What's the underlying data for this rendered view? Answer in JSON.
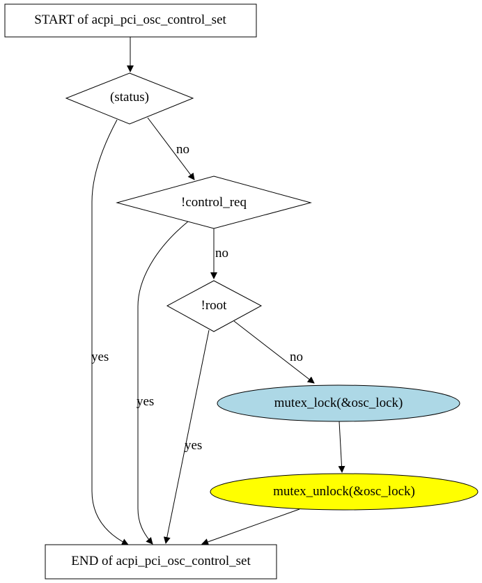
{
  "nodes": {
    "start": {
      "label": "START of acpi_pci_osc_control_set",
      "shape": "box"
    },
    "status": {
      "label": "(status)",
      "shape": "diamond"
    },
    "control_req": {
      "label": "!control_req",
      "shape": "diamond"
    },
    "root": {
      "label": "!root",
      "shape": "diamond"
    },
    "mutex_lock": {
      "label": "mutex_lock(&osc_lock)",
      "shape": "ellipse",
      "fill": "#add8e6"
    },
    "mutex_unlock": {
      "label": "mutex_unlock(&osc_lock)",
      "shape": "ellipse",
      "fill": "#ffff00"
    },
    "end": {
      "label": "END of acpi_pci_osc_control_set",
      "shape": "box"
    }
  },
  "edges": {
    "status_no": {
      "from": "status",
      "to": "control_req",
      "label": "no"
    },
    "status_yes": {
      "from": "status",
      "to": "end",
      "label": "yes"
    },
    "control_req_no": {
      "from": "control_req",
      "to": "root",
      "label": "no"
    },
    "control_req_yes": {
      "from": "control_req",
      "to": "end",
      "label": "yes"
    },
    "root_no": {
      "from": "root",
      "to": "mutex_lock",
      "label": "no"
    },
    "root_yes": {
      "from": "root",
      "to": "end",
      "label": "yes"
    }
  }
}
